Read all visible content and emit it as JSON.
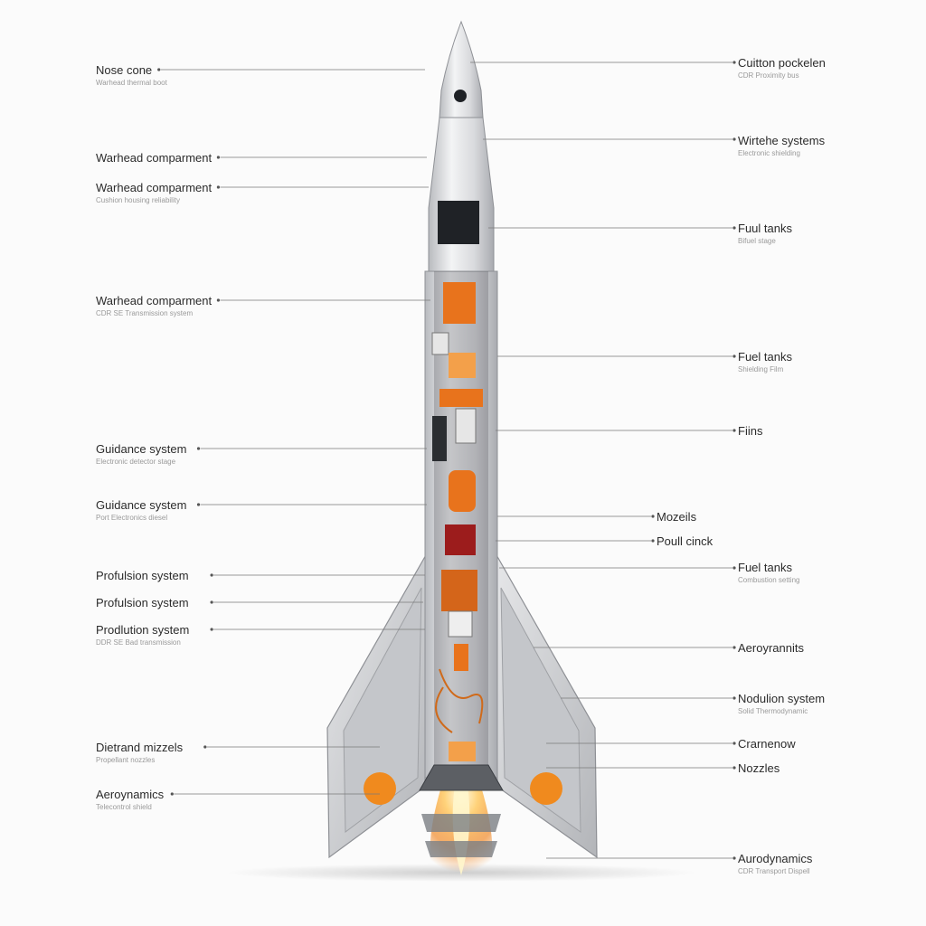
{
  "labels_left": [
    {
      "id": "nose-cone",
      "text": "Nose cone",
      "sub": "Warhead thermal boot"
    },
    {
      "id": "warhead-1",
      "text": "Warhead comparment",
      "sub": ""
    },
    {
      "id": "warhead-2",
      "text": "Warhead comparment",
      "sub": "Cushion housing reliability"
    },
    {
      "id": "warhead-3",
      "text": "Warhead comparment",
      "sub": "CDR SE Transmission system"
    },
    {
      "id": "guidance-1",
      "text": "Guidance system",
      "sub": "Electronic detector stage"
    },
    {
      "id": "guidance-2",
      "text": "Guidance system",
      "sub": "Port Electronics diesel"
    },
    {
      "id": "propulsion-1",
      "text": "Profulsion system",
      "sub": ""
    },
    {
      "id": "propulsion-2",
      "text": "Profulsion system",
      "sub": ""
    },
    {
      "id": "propulsion-3",
      "text": "Prodlution system",
      "sub": "DDR SE Bad transmission"
    },
    {
      "id": "dietrand",
      "text": "Dietrand mizzels",
      "sub": "Propellant nozzles"
    },
    {
      "id": "aero-left",
      "text": "Aeroynamics",
      "sub": "Telecontrol shield"
    }
  ],
  "labels_right": [
    {
      "id": "cuitton",
      "text": "Cuitton pockelen",
      "sub": "CDR Proximity bus"
    },
    {
      "id": "wirtehe",
      "text": "Wirtehe systems",
      "sub": "Electronic shielding"
    },
    {
      "id": "fuel-1",
      "text": "Fuul tanks",
      "sub": "Bifuel stage"
    },
    {
      "id": "fuel-2",
      "text": "Fuel tanks",
      "sub": "Shielding Film"
    },
    {
      "id": "fiins",
      "text": "Fiins",
      "sub": ""
    },
    {
      "id": "mozeils",
      "text": "Mozeils",
      "sub": ""
    },
    {
      "id": "poull",
      "text": "Poull cinck",
      "sub": ""
    },
    {
      "id": "fuel-3",
      "text": "Fuel tanks",
      "sub": "Combustion setting"
    },
    {
      "id": "aeroyrannits",
      "text": "Aeroyrannits",
      "sub": ""
    },
    {
      "id": "nodulion",
      "text": "Nodulion system",
      "sub": "Solid Thermodynamic"
    },
    {
      "id": "crarnenow",
      "text": "Crarnenow",
      "sub": ""
    },
    {
      "id": "nozzles",
      "text": "Nozzles",
      "sub": ""
    },
    {
      "id": "aurodynamics",
      "text": "Aurodynamics",
      "sub": "CDR Transport Dispell"
    }
  ],
  "colors": {
    "body": "#dadbdd",
    "body_light": "#eeeff1",
    "fin": "#c9cacd",
    "fin_inner": "#9fa1a5",
    "accent": "#e8731c",
    "accent_light": "#f7a44a",
    "dark": "#2a2d31",
    "red": "#9c1c1c",
    "flame": "#ffb347"
  }
}
